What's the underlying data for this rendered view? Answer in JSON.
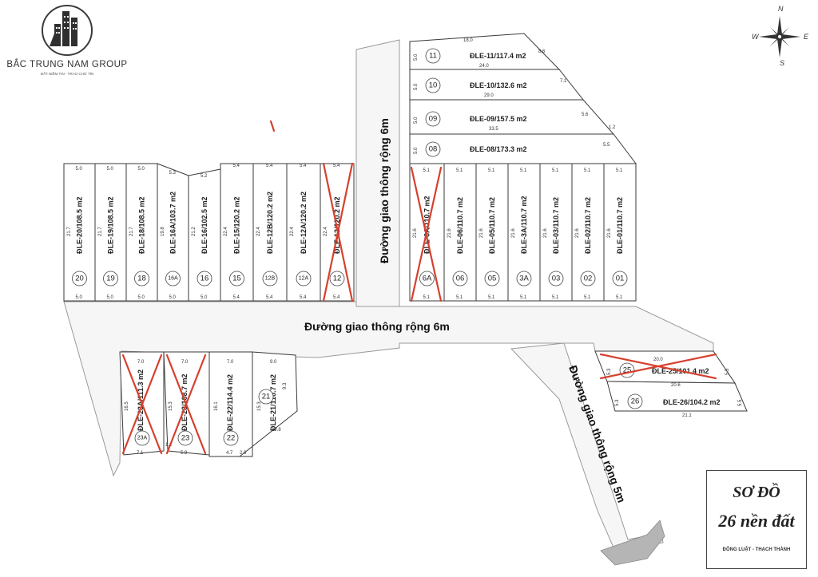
{
  "brand": {
    "name": "BẮC TRUNG NAM GROUP",
    "tagline": "ĐẤT NIỀM TIN - TRAO CHỮ TÍN"
  },
  "compass": {
    "n": "N",
    "s": "S",
    "e": "E",
    "w": "W"
  },
  "legend": {
    "line1": "SƠ ĐỒ",
    "line2": "26 nền đất",
    "line3": "ĐÔNG LUẬT - THẠCH THÀNH"
  },
  "roads": {
    "main_horizontal": "Đường giao thông rộng 6m",
    "main_vertical": "Đường giao thông rộng 6m",
    "side_diagonal": "Đường giao thông rộng 5m"
  },
  "colors": {
    "sold_mark": "#d6402e",
    "road_fill": "#f6f6f6"
  },
  "lots_row_left": [
    {
      "id": "20",
      "label": "ĐLE-20/108.5 m2",
      "top": "5.0",
      "bottom": "5.0",
      "left_side": "21.7",
      "sold": false
    },
    {
      "id": "19",
      "label": "ĐLE-19/108.5 m2",
      "top": "5.0",
      "bottom": "5.0",
      "left_side": "21.7",
      "sold": false
    },
    {
      "id": "18",
      "label": "ĐLE-18/108.5 m2",
      "top": "5.0",
      "bottom": "5.0",
      "left_side": "21.7",
      "sold": false
    },
    {
      "id": "16A",
      "label": "ĐLE-16A/103.7 m2",
      "top": "5.3",
      "bottom": "5.0",
      "left_side": "19.8",
      "sold": false
    },
    {
      "id": "16",
      "label": "ĐLE-16/102.5 m2",
      "top": "5.2",
      "bottom": "5.0",
      "left_side": "21.2",
      "sold": false
    },
    {
      "id": "15",
      "label": "ĐLE-15/120.2 m2",
      "top": "5.4",
      "bottom": "5.4",
      "left_side": "22.4",
      "sold": false
    },
    {
      "id": "12B",
      "label": "ĐLE-12B/120.2 m2",
      "top": "5.4",
      "bottom": "5.4",
      "left_side": "22.4",
      "sold": false
    },
    {
      "id": "12A",
      "label": "ĐLE-12A/120.2 m2",
      "top": "5.4",
      "bottom": "5.4",
      "left_side": "22.4",
      "sold": false
    },
    {
      "id": "12",
      "label": "ĐLE-12/120.2 m2",
      "top": "5.4",
      "bottom": "5.4",
      "left_side": "22.4",
      "sold": true
    }
  ],
  "lots_row_right": [
    {
      "id": "6A",
      "label": "ĐLE-6A/110.7 m2",
      "top": "5.1",
      "bottom": "5.1",
      "side": "21.6",
      "sold": true
    },
    {
      "id": "06",
      "label": "ĐLE-06/110.7 m2",
      "top": "5.1",
      "bottom": "5.1",
      "side": "21.6",
      "sold": false
    },
    {
      "id": "05",
      "label": "ĐLE-05/110.7 m2",
      "top": "5.1",
      "bottom": "5.1",
      "side": "21.6",
      "sold": false
    },
    {
      "id": "3A",
      "label": "ĐLE-3A/110.7 m2",
      "top": "5.1",
      "bottom": "5.1",
      "side": "21.6",
      "sold": false
    },
    {
      "id": "03",
      "label": "ĐLE-03/110.7 m2",
      "top": "5.1",
      "bottom": "5.1",
      "side": "21.6",
      "sold": false
    },
    {
      "id": "02",
      "label": "ĐLE-02/110.7 m2",
      "top": "5.1",
      "bottom": "5.1",
      "side": "21.6",
      "sold": false
    },
    {
      "id": "01",
      "label": "ĐLE-01/110.7 m2",
      "top": "5.1",
      "bottom": "5.1",
      "side": "21.6",
      "sold": false
    }
  ],
  "lots_upper": [
    {
      "id": "11",
      "label": "ĐLE-11/117.4 m2",
      "width_top": "18.0",
      "width_bottom": "24.0",
      "left_side": "5.0",
      "right_side": "8.6",
      "sold": false
    },
    {
      "id": "10",
      "label": "ĐLE-10/132.6 m2",
      "width_bottom": "29.0",
      "left_side": "5.0",
      "right_side": "7.1",
      "sold": false
    },
    {
      "id": "09",
      "label": "ĐLE-09/157.5 m2",
      "width_bottom": "33.5",
      "left_side": "5.0",
      "right_side": "5.6",
      "right_side2": "1.2",
      "sold": false
    },
    {
      "id": "08",
      "label": "ĐLE-08/173.3 m2",
      "left_side": "5.0",
      "right_side": "5.5",
      "sold": false
    }
  ],
  "lots_lower_left": [
    {
      "id": "23A",
      "label": "ĐLE-23A/111.3 m2",
      "top": "7.0",
      "bottom": "7.1",
      "left_side": "16.5",
      "sold": true
    },
    {
      "id": "23",
      "label": "ĐLE-23/108.7 m2",
      "top": "7.0",
      "bottom": "5.9",
      "left_side": "15.3",
      "bottom2": "1.2",
      "sold": true
    },
    {
      "id": "22",
      "label": "ĐLE-22/114.4 m2",
      "top": "7.0",
      "bottom": "4.7",
      "left_side": "16.1",
      "sold": false
    },
    {
      "id": "21",
      "label": "ĐLE-21/110.7 m2",
      "top": "9.0",
      "bottom": "2.6",
      "left_side": "15.3",
      "right_side": "9.3",
      "diag": "10.8",
      "sold": false
    }
  ],
  "lots_lower_right": [
    {
      "id": "25",
      "label": "ĐLE-25/101.4 m2",
      "top": "20.0",
      "bottom": "20.6",
      "left_side": "5.3",
      "right_side": "5.5",
      "sold": true
    },
    {
      "id": "26",
      "label": "ĐLE-26/104.2 m2",
      "bottom": "21.1",
      "left_side": "5.3",
      "right_side": "5.5",
      "sold": false
    }
  ]
}
